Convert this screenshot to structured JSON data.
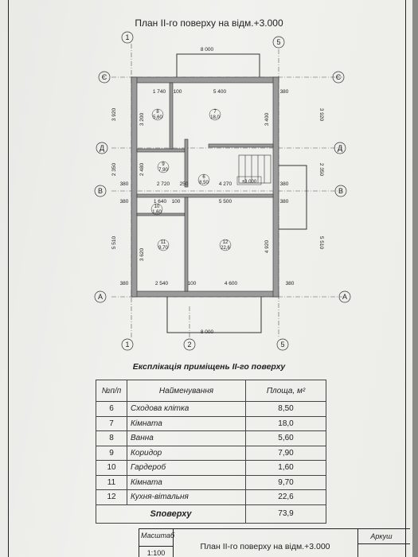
{
  "title": "План ІІ-го поверху на відм.+3.000",
  "axes": {
    "a1": "1",
    "a2": "2",
    "a5": "5",
    "e": "Є",
    "d": "Д",
    "b": "В",
    "a": "А"
  },
  "dims": {
    "top_width": "8 000",
    "d1740": "1 740",
    "d100": "100",
    "d5400": "5 400",
    "d380": "380",
    "d3920": "3 920",
    "d3200": "3 200",
    "d3400": "3 400",
    "d2350": "2 350",
    "d2480": "2 480",
    "d2720": "2 720",
    "d250": "250",
    "d4270": "4 270",
    "d1640": "1 640",
    "d5500": "5 500",
    "d5510": "5 510",
    "d3620": "3 620",
    "d4920": "4 920",
    "d2540": "2 540",
    "d4600": "4 600"
  },
  "rooms": {
    "r6": {
      "n": "6",
      "a": "8,50"
    },
    "r7": {
      "n": "7",
      "a": "18,0"
    },
    "r8": {
      "n": "8",
      "a": "5,60"
    },
    "r9": {
      "n": "9",
      "a": "7,90"
    },
    "r10": {
      "n": "10",
      "a": "1,60"
    },
    "r11": {
      "n": "11",
      "a": "9,70"
    },
    "r12": {
      "n": "12",
      "a": "22,6"
    }
  },
  "level_mark": "±3.000",
  "table": {
    "title": "Експлікація приміщень ІІ-го поверху",
    "headers": [
      "№п/п",
      "Найменування",
      "Площа, м²"
    ],
    "rows": [
      {
        "num": "6",
        "name": "Сходова клітка",
        "area": "8,50"
      },
      {
        "num": "7",
        "name": "Кімната",
        "area": "18,0"
      },
      {
        "num": "8",
        "name": "Ванна",
        "area": "5,60"
      },
      {
        "num": "9",
        "name": "Коридор",
        "area": "7,90"
      },
      {
        "num": "10",
        "name": "Гардероб",
        "area": "1,60"
      },
      {
        "num": "11",
        "name": "Кімната",
        "area": "9,70"
      },
      {
        "num": "12",
        "name": "Кухня-вітальня",
        "area": "22,6"
      }
    ],
    "total_label": "Sповерху",
    "total_value": "73,9"
  },
  "stamp": {
    "scale_label": "Масштаб",
    "scale_value": "1:100",
    "drawing_name": "План ІІ-го поверху на відм.+3.000",
    "sheet_label": "Аркуш"
  }
}
